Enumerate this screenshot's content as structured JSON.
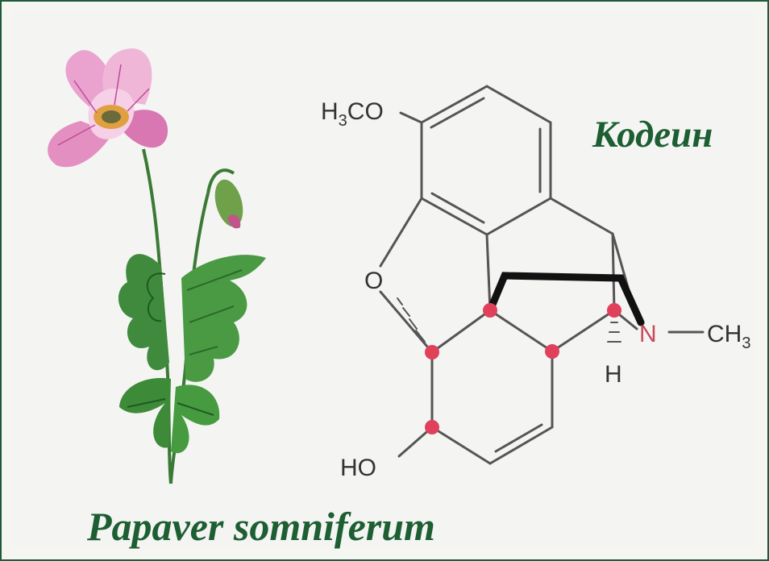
{
  "compound_name": "Кодеин",
  "plant_name": "Papaver somniferum",
  "atoms": {
    "methoxy": "H",
    "methoxy_sub": "3",
    "methoxy_tail": "CO",
    "oxygen": "O",
    "nitrogen": "N",
    "methyl": "CH",
    "methyl_sub": "3",
    "hydrogen": "H",
    "hydroxyl": "HO"
  },
  "colors": {
    "title_green": "#1d5e32",
    "frame_green": "#1f5a3a",
    "stereocenter_red": "#e0405a",
    "petal_pink": "#e88cc0",
    "leaf_green": "#3f8a3c"
  }
}
